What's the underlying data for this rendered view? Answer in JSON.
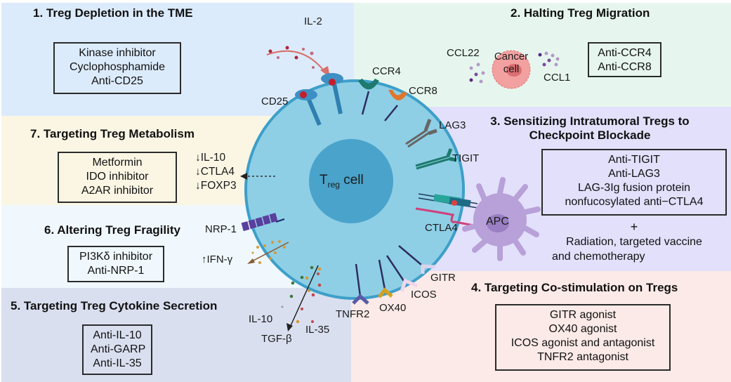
{
  "panels": {
    "p1": {
      "title": "1. Treg Depletion in the TME",
      "items": [
        "Kinase inhibitor",
        "Cyclophosphamide",
        "Anti-CD25"
      ],
      "color": "#dcebfb"
    },
    "p2": {
      "title": "2. Halting Treg Migration",
      "items": [
        "Anti-CCR4",
        "Anti-CCR8"
      ],
      "color": "#e6f6ee"
    },
    "p3": {
      "title_line1": "3. Sensitizing Intratumoral Tregs to",
      "title_line2": "Checkpoint Blockade",
      "items": [
        "Anti-TIGIT",
        "Anti-LAG3",
        "LAG-3Ig fusion protein",
        "nonfucosylated anti−CTLA4"
      ],
      "plus": "+",
      "combo_line1": "Radiation, targeted vaccine",
      "combo_line2": "and chemotherapy",
      "color": "#e2e0fb"
    },
    "p4": {
      "title": "4. Targeting Co-stimulation on Tregs",
      "items": [
        "GITR agonist",
        "OX40 agonist",
        "ICOS agonist and antagonist",
        "TNFR2 antagonist"
      ],
      "color": "#fbeae7"
    },
    "p5": {
      "title": "5. Targeting Treg Cytokine Secretion",
      "items": [
        "Anti-IL-10",
        "Anti-GARP",
        "Anti-IL-35"
      ],
      "color": "#dadff0"
    },
    "p6": {
      "title": "6. Altering Treg Fragility",
      "items": [
        "PI3Kδ inhibitor",
        "Anti-NRP-1"
      ],
      "color": "#f0f8fd"
    },
    "p7": {
      "title": "7. Targeting Treg Metabolism",
      "items": [
        "Metformin",
        "IDO inhibitor",
        "A2AR inhibitor"
      ],
      "effects": [
        "↓IL-10",
        "↓CTLA4",
        "↓FOXP3"
      ],
      "color": "#fbf6e4"
    }
  },
  "cell": {
    "label_main": "T",
    "label_sub": "reg",
    "label_rest": " cell",
    "outer_color": "#8ecfe6",
    "inner_color": "#4aa3cb",
    "membrane_color": "#3d9fc9"
  },
  "receptors": {
    "il2": "IL-2",
    "cd25": "CD25",
    "ccr4": "CCR4",
    "ccr8": "CCR8",
    "lag3": "LAG3",
    "tigit": "TIGIT",
    "ctla4": "CTLA4",
    "gitr": "GITR",
    "icos": "ICOS",
    "ox40": "OX40",
    "tnfr2": "TNFR2",
    "nrp1": "NRP-1",
    "ifng": "↑IFN-γ",
    "il10": "IL-10",
    "tgfb": "TGF-β",
    "il35": "IL-35"
  },
  "cancer": {
    "label_line1": "Cancer",
    "label_line2": "cell",
    "ccl22": "CCL22",
    "ccl1": "CCL1"
  },
  "apc": {
    "label": "APC"
  }
}
